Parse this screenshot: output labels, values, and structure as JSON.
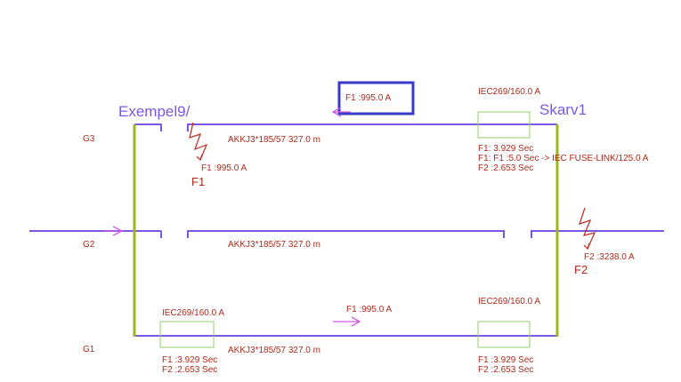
{
  "colors": {
    "line": "#7b57e6",
    "bus": "#9bb51e",
    "text": "#b02a1a",
    "fuse_box": "#8fd06a",
    "highlight": "#3a3ac8",
    "fault_symbol": "#c0281a"
  },
  "nodes": {
    "left": "Exempel9/",
    "right": "Skarv1"
  },
  "rows": {
    "g3": "G3",
    "g2": "G2",
    "g1": "G1"
  },
  "cables": {
    "top": "AKKJ3*185/57  327.0 m",
    "middle": "AKKJ3*185/57  327.0 m",
    "bottom": "AKKJ3*185/57  327.0 m"
  },
  "fuses": {
    "top_right": {
      "name": "IEC269/160.0 A",
      "lines": [
        "F1: 3.929 Sec",
        "F1: F1 :5.0 Sec -> IEC FUSE-LINK/125.0 A",
        "F2 :2.653 Sec"
      ]
    },
    "bottom_left": {
      "name": "IEC269/160.0 A",
      "lines": [
        "F1 :3.929 Sec",
        "F2 :2.653 Sec"
      ]
    },
    "bottom_right": {
      "name": "IEC269/160.0 A",
      "lines": [
        "F1 :3.929 Sec",
        "F2 :2.653 Sec"
      ]
    }
  },
  "currents": {
    "top_highlighted": "F1 :995.0 A",
    "top_fault": "F1 :995.0 A",
    "right_fault": "F2 :3238.0 A",
    "bottom": "F1 :995.0 A"
  },
  "faults": {
    "f1": "F1",
    "f2": "F2"
  }
}
